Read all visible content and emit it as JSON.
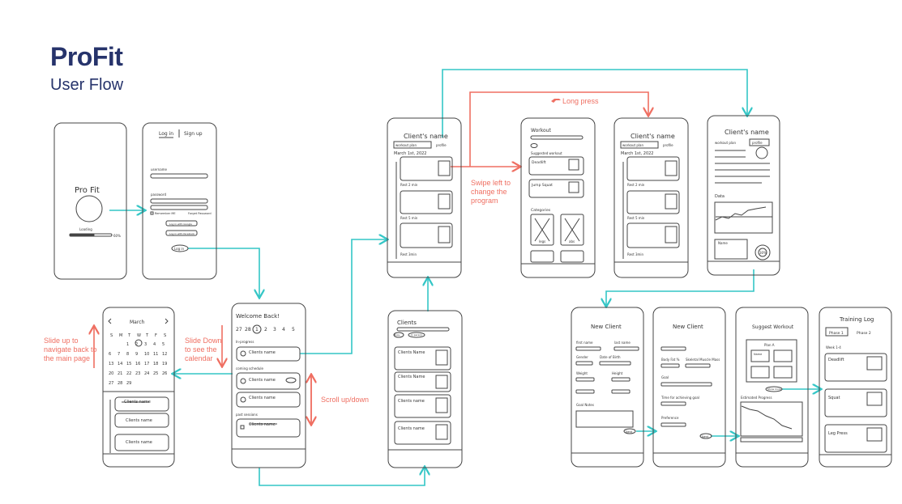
{
  "header": {
    "title": "ProFit",
    "subtitle": "User Flow"
  },
  "colors": {
    "flow_arrow": "#34c6c6",
    "annotation": "#ef6f62",
    "title": "#26336b",
    "sketch": "#444444"
  },
  "screens": {
    "splash": {
      "logo": "Pro Fit",
      "loading": "Loading",
      "percent": "60%"
    },
    "login": {
      "tab_login": "Log in",
      "tab_signup": "Sign up",
      "username_label": "username",
      "password_label": "password",
      "remember": "Remember ME",
      "forgot": "Forget Password",
      "login_google": "Log in with Google",
      "login_facebook": "Log in with facebook",
      "login_button": "Log in"
    },
    "home": {
      "greeting": "Welcome Back!",
      "days": [
        "27",
        "28",
        "1",
        "2",
        "3",
        "4",
        "5"
      ],
      "section_in_progress": "In-progress",
      "section_coming": "coming schedule",
      "section_past": "past sessions",
      "cards": [
        "Clients name",
        "Clients name",
        "Clients name",
        "Clients name"
      ]
    },
    "calendar": {
      "month": "March",
      "weekdays": [
        "S",
        "M",
        "T",
        "W",
        "T",
        "F",
        "S"
      ],
      "weeks": [
        [
          "",
          "",
          "1",
          "2",
          "3",
          "4",
          "5"
        ],
        [
          "6",
          "7",
          "8",
          "9",
          "10",
          "11",
          "12"
        ],
        [
          "13",
          "14",
          "15",
          "16",
          "17",
          "18",
          "19"
        ],
        [
          "20",
          "21",
          "22",
          "23",
          "24",
          "25",
          "26"
        ],
        [
          "27",
          "28",
          "29",
          "",
          "",
          "",
          ""
        ]
      ],
      "items": [
        "Clients name",
        "Clients name",
        "Clients name"
      ]
    },
    "clients": {
      "title": "Clients",
      "filters": [
        "Busy",
        "In person"
      ],
      "cards": [
        "Clients Name",
        "Clients Name",
        "Clients name",
        "Clients name"
      ]
    },
    "client_plan_1": {
      "title": "Client's name",
      "tab_plan": "workout plan",
      "tab_profile": "profile",
      "date": "March 1st, 2022",
      "rest_1": "Rest 2 min",
      "rest_2": "Rest 5 min",
      "rest_3": "Rest 3min"
    },
    "workout_picker": {
      "title": "Workout",
      "suggested": "Suggested workout",
      "item_1": "Deadlift",
      "item_2": "Jump Squat",
      "categories": "Categories",
      "cat_1": "legs",
      "cat_2": "abs"
    },
    "client_plan_2": {
      "title": "Client's name",
      "tab_plan": "workout plan",
      "tab_profile": "profile",
      "date": "March 1st, 2022",
      "rest_1": "Rest 2 min",
      "rest_2": "Rest 5 min",
      "rest_3": "Rest 3min"
    },
    "client_profile": {
      "title": "Client's name",
      "tab_plan": "workout plan",
      "tab_profile": "profile",
      "data": "Data",
      "name_label": "Name",
      "progress": "30%"
    },
    "new_client_1": {
      "title": "New Client",
      "first_name": "first name",
      "last_name": "last name",
      "gender": "Gender",
      "dob": "Date of Birth",
      "weight": "Weight",
      "height": "Height",
      "goal_notes": "Goal Notes",
      "next": "Next"
    },
    "new_client_2": {
      "title": "New Client",
      "body_fat": "Body Fat %",
      "skeletal": "Skeletal Muscle Mass",
      "goal": "Goal",
      "time": "Time for achieving goal",
      "preference": "Preference",
      "next": "Next"
    },
    "suggest_workout": {
      "title": "Suggest Workout",
      "plan": "Plan A",
      "name": "Name",
      "show_more": "Show more",
      "estimated": "Estimated Progress"
    },
    "training_log": {
      "title": "Training Log",
      "tab_1": "Phase 1",
      "tab_2": "Phase 2",
      "week": "Week 1-4",
      "items": [
        "Deadlift",
        "Squat",
        "Leg Press"
      ]
    }
  },
  "annotations": {
    "long_press": "Long press",
    "swipe": [
      "Swipe left to",
      "change the",
      "program"
    ],
    "slide_up": [
      "Slide up to",
      "navigate back to",
      "the main page"
    ],
    "slide_down": [
      "Slide Down",
      "to see the",
      "calendar"
    ],
    "scroll": "Scroll up/down"
  }
}
